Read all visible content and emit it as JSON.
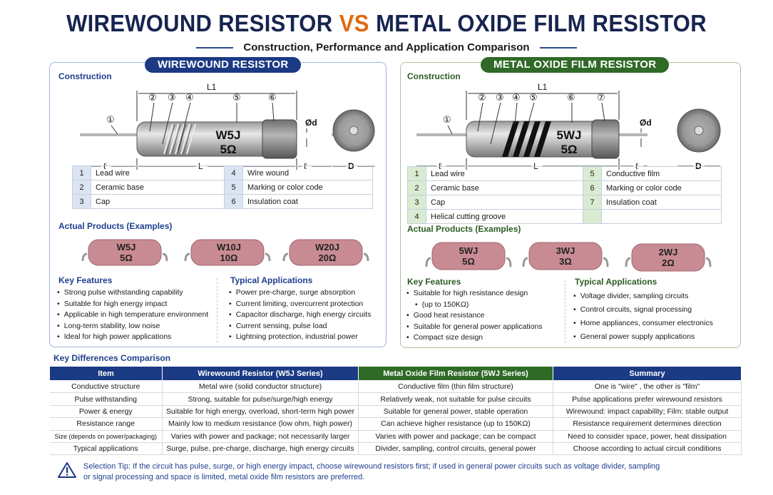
{
  "header": {
    "title_left": "WIREWOUND RESISTOR",
    "title_vs": "VS",
    "title_right": "METAL OXIDE FILM RESISTOR",
    "subtitle": "Construction, Performance and Application Comparison"
  },
  "colors": {
    "navy": "#1b3a84",
    "green": "#2f6a27",
    "orange": "#e06a12",
    "resistor_pink": "#c98b93"
  },
  "wirewound": {
    "panel_title": "WIREWOUND RESISTOR",
    "construction_label": "Construction",
    "diagram": {
      "callouts": [
        "①",
        "②",
        "③",
        "④",
        "⑤",
        "⑥"
      ],
      "l1": "L1",
      "l": "L",
      "small_l": "ℓ",
      "od": "Ød",
      "d": "D",
      "marking_line1": "W5J",
      "marking_line2": "5Ω"
    },
    "parts": [
      {
        "n": "1",
        "name": "Lead wire"
      },
      {
        "n": "2",
        "name": "Ceramic base"
      },
      {
        "n": "3",
        "name": "Cap"
      },
      {
        "n": "4",
        "name": "Wire wound"
      },
      {
        "n": "5",
        "name": "Marking or color code"
      },
      {
        "n": "6",
        "name": "Insulation coat"
      }
    ],
    "products_label": "Actual Products (Examples)",
    "products": [
      {
        "code": "W5J",
        "value": "5Ω"
      },
      {
        "code": "W10J",
        "value": "10Ω"
      },
      {
        "code": "W20J",
        "value": "20Ω"
      }
    ],
    "features_label": "Key Features",
    "features": [
      "Strong pulse withstanding capability",
      "Suitable for high energy impact",
      "Applicable in high temperature environment",
      "Long-term stability, low noise",
      "Ideal for high power applications"
    ],
    "apps_label": "Typical Applications",
    "apps": [
      "Power pre-charge, surge absorption",
      "Current limiting, overcurrent protection",
      "Capacitor discharge, high energy circuits",
      "Current sensing, pulse load",
      "Lightning protection, industrial power"
    ]
  },
  "oxide": {
    "panel_title": "METAL OXIDE FILM RESISTOR",
    "construction_label": "Construction",
    "diagram": {
      "callouts": [
        "①",
        "②",
        "③",
        "④",
        "⑤",
        "⑥",
        "⑦"
      ],
      "l1": "L1",
      "l": "L",
      "small_l": "ℓ",
      "od": "Ød",
      "d": "D",
      "marking_line1": "5WJ",
      "marking_line2": "5Ω"
    },
    "parts": [
      {
        "n": "1",
        "name": "Lead wire"
      },
      {
        "n": "2",
        "name": "Ceramic base"
      },
      {
        "n": "3",
        "name": "Cap"
      },
      {
        "n": "4",
        "name": "Helical cutting groove"
      },
      {
        "n": "5",
        "name": "Conductive film"
      },
      {
        "n": "6",
        "name": "Marking or color code"
      },
      {
        "n": "7",
        "name": "Insulation coat"
      }
    ],
    "products_label": "Actual Products (Examples)",
    "products": [
      {
        "code": "5WJ",
        "value": "5Ω"
      },
      {
        "code": "3WJ",
        "value": "3Ω"
      },
      {
        "code": "2WJ",
        "value": "2Ω"
      }
    ],
    "features_label": "Key Features",
    "features": [
      "Suitable for high resistance design",
      "(up to 150KΩ)",
      "Good heat resistance",
      "Suitable for general power applications",
      "Compact size design"
    ],
    "apps_label": "Typical Applications",
    "apps": [
      "Voltage divider, sampling circuits",
      "Control circuits, signal processing",
      "Home appliances, consumer electronics",
      "General power supply applications"
    ]
  },
  "comparison": {
    "label": "Key Differences Comparison",
    "headers": [
      "Item",
      "Wirewound Resistor (W5J Series)",
      "Metal Oxide Film Resistor (5WJ Series)",
      "Summary"
    ],
    "rows": [
      [
        "Conductive structure",
        "Metal wire (solid conductor structure)",
        "Conductive film (thin film structure)",
        "One is \"wire\" , the other is \"film\""
      ],
      [
        "Pulse withstanding",
        "Strong, suitable for pulse/surge/high energy",
        "Relatively weak, not suitable for pulse circuits",
        "Pulse applications prefer wirewound resistors"
      ],
      [
        "Power & energy",
        "Suitable for high energy, overload, short-term high power",
        "Suitable for general power, stable operation",
        "Wirewound: impact capability; Film: stable output"
      ],
      [
        "Resistance range",
        "Mainly low to medium resistance (low ohm, high power)",
        "Can achieve higher resistance (up to 150KΩ)",
        "Resistance requirement determines direction"
      ],
      [
        "Size (depends on power/packaging)",
        "Varies with power and package; not necessarily larger",
        "Varies with power and package; can be compact",
        "Need to consider space, power, heat dissipation"
      ],
      [
        "Typical applications",
        "Surge, pulse, pre-charge, discharge, high energy circuits",
        "Divider, sampling, control circuits, general power",
        "Choose according to actual circuit conditions"
      ]
    ]
  },
  "tip": {
    "line1": "Selection Tip: If the circuit has pulse, surge, or high energy impact, choose wirewound resistors first; if used in general power circuits such as voltage divider, sampling",
    "line2": "or signal processing and space is limited, metal oxide film resistors are preferred."
  }
}
